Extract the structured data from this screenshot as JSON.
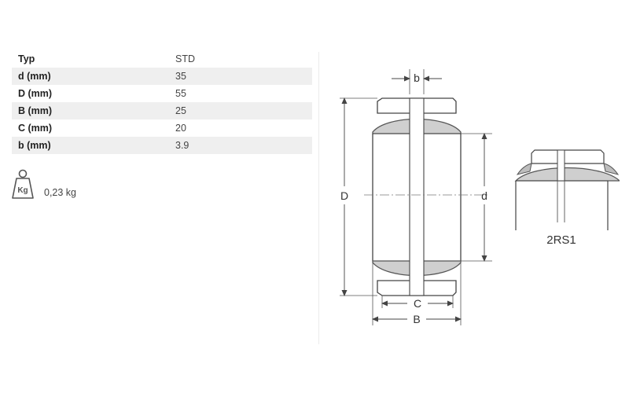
{
  "specs": [
    {
      "label": "Typ",
      "value": "STD"
    },
    {
      "label": "d (mm)",
      "value": "35"
    },
    {
      "label": "D (mm)",
      "value": "55"
    },
    {
      "label": "B (mm)",
      "value": "25"
    },
    {
      "label": "C (mm)",
      "value": "20"
    },
    {
      "label": "b (mm)",
      "value": "3.9"
    }
  ],
  "weight": {
    "icon_text": "Kg",
    "value": "0,23 kg"
  },
  "drawing": {
    "labels": {
      "b": "b",
      "D": "D",
      "d": "d",
      "C": "C",
      "B": "B"
    },
    "seal_caption": "2RS1"
  }
}
